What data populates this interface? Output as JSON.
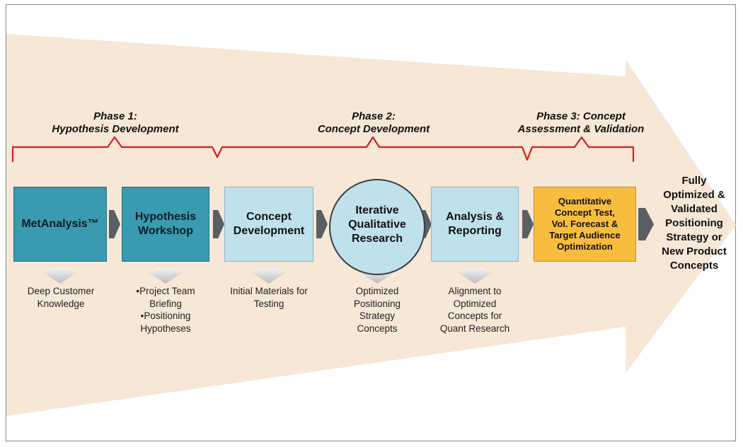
{
  "phases": [
    {
      "line1": "Phase 1:",
      "line2": "Hypothesis Development"
    },
    {
      "line1": "Phase 2:",
      "line2": "Concept Development"
    },
    {
      "line1": "Phase 3: Concept",
      "line2": "Assessment & Validation"
    }
  ],
  "steps": [
    {
      "lines": [
        "MetAnalysis™"
      ],
      "style": "teal"
    },
    {
      "lines": [
        "Hypothesis",
        "Workshop"
      ],
      "style": "teal"
    },
    {
      "lines": [
        "Concept",
        "Development"
      ],
      "style": "light"
    },
    {
      "lines": [
        "Iterative",
        "Qualitative",
        "Research"
      ],
      "style": "circle"
    },
    {
      "lines": [
        "Analysis &",
        "Reporting"
      ],
      "style": "light"
    },
    {
      "lines": [
        "Quantitative",
        "Concept Test,",
        "Vol. Forecast &",
        "Target Audience",
        "Optimization"
      ],
      "style": "gold"
    }
  ],
  "outputs": [
    {
      "lines": [
        "Deep Customer",
        "Knowledge"
      ]
    },
    {
      "lines": [
        "•Project Team",
        "Briefing",
        "•Positioning",
        "Hypotheses"
      ]
    },
    {
      "lines": [
        "Initial Materials for",
        "Testing"
      ]
    },
    {
      "lines": [
        "Optimized",
        "Positioning",
        "Strategy",
        "Concepts"
      ]
    },
    {
      "lines": [
        "Alignment to",
        "Optimized",
        "Concepts for",
        "Quant Research"
      ]
    }
  ],
  "final_outcome": {
    "lines": [
      "Fully",
      "Optimized &",
      "Validated",
      "Positioning",
      "Strategy or",
      "New Product",
      "Concepts"
    ]
  },
  "colors": {
    "background_arrow": "#f6e7d6",
    "bracket": "#d81e1e",
    "step_teal": "#3a9ab0",
    "step_light": "#bfe1ec",
    "step_gold": "#f8bd3f",
    "connector_arrow": "#5a5f63",
    "down_arrow": "#cfcfcf"
  }
}
